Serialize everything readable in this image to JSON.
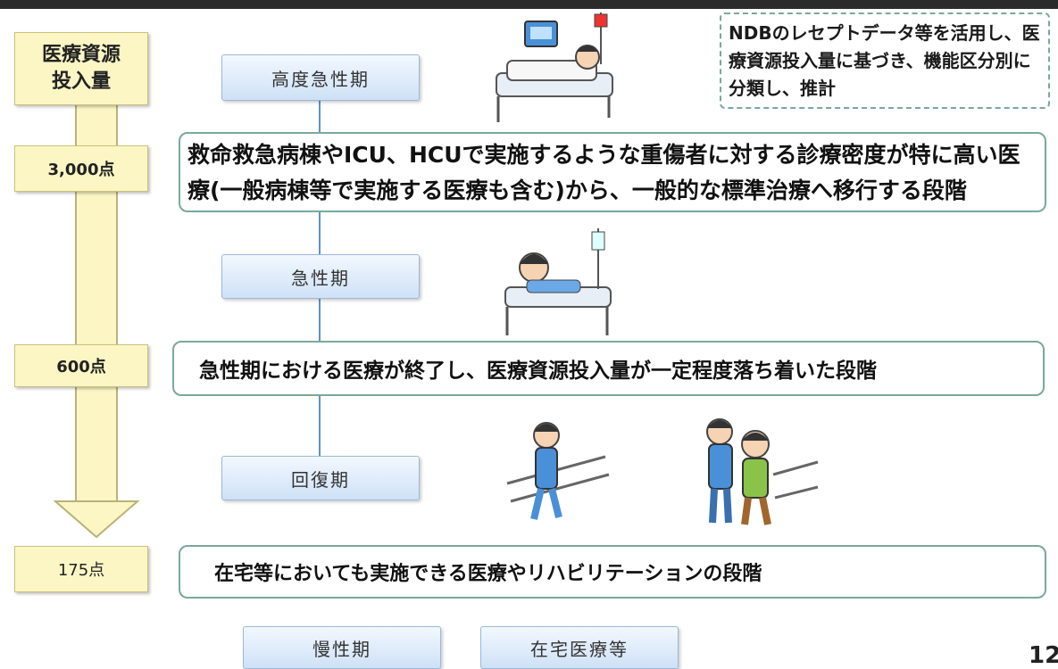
{
  "axis": {
    "title": "医療資源\n投入量",
    "threshold_1": "3,000点",
    "threshold_2": "600点",
    "threshold_3": "175点"
  },
  "phases": {
    "high_acute": "高度急性期",
    "acute": "急性期",
    "recovery": "回復期",
    "chronic": "慢性期",
    "home_care": "在宅医療等"
  },
  "descriptions": {
    "d1": "救命救急病棟やICU、HCUで実施するような重傷者に対する診療密度が特に高い医療(一般病棟等で実施する医療も含む)から、一般的な標準治療へ移行する段階",
    "d2": "急性期における医療が終了し、医療資源投入量が一定程度落ち着いた段階",
    "d3": "在宅等においても実施できる医療やリハビリテーションの段階"
  },
  "note": "NDBのレセプトデータ等を活用し、医療資源投入量に基づき、機能区分別に分類し、推計",
  "page_number": "12"
}
